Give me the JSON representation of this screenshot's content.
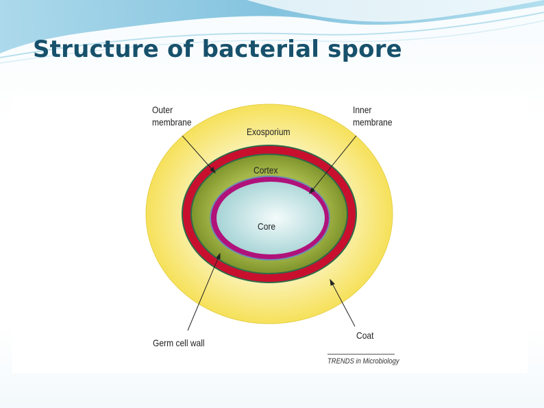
{
  "slide": {
    "title": "Structure of bacterial spore"
  },
  "diagram": {
    "labels": {
      "outer_membrane_line1": "Outer",
      "outer_membrane_line2": "membrane",
      "inner_membrane_line1": "Inner",
      "inner_membrane_line2": "membrane",
      "exosporium": "Exosporium",
      "cortex": "Cortex",
      "core": "Core",
      "germ_cell_wall": "Germ cell wall",
      "coat": "Coat"
    },
    "credit": "TRENDS in Microbiology",
    "colors": {
      "exosporium": "#f7e35a",
      "coat": "#c8102e",
      "cortex": "#8ea336",
      "inner_membrane": "#b0127a",
      "core": "#b8dede",
      "title": "#17516b"
    }
  }
}
